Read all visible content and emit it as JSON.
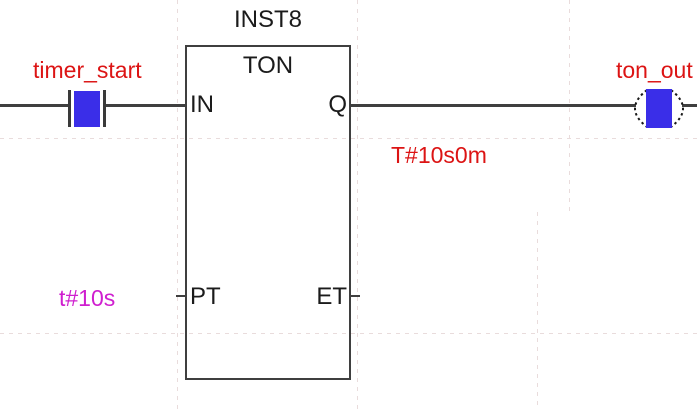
{
  "editor": {
    "language": "ladder-diagram",
    "block": {
      "instance": "INST8",
      "type": "TON",
      "pins": {
        "in": [
          "IN",
          "PT"
        ],
        "out": [
          "Q",
          "ET"
        ]
      }
    },
    "contact": {
      "variable": "timer_start",
      "kind": "normally-open-contact"
    },
    "coil": {
      "variable": "ton_out",
      "kind": "coil"
    },
    "values": {
      "elapsed_value": "T#10s0m",
      "preset_value": "t#10s"
    }
  },
  "colors": {
    "variable_label": "#dc1414",
    "literal_value": "#cf1fcf",
    "element_fill": "#3a2ee8",
    "wire": "#3f3f3f",
    "grid": "#e9dcdc",
    "text": "#1b1b1b"
  }
}
